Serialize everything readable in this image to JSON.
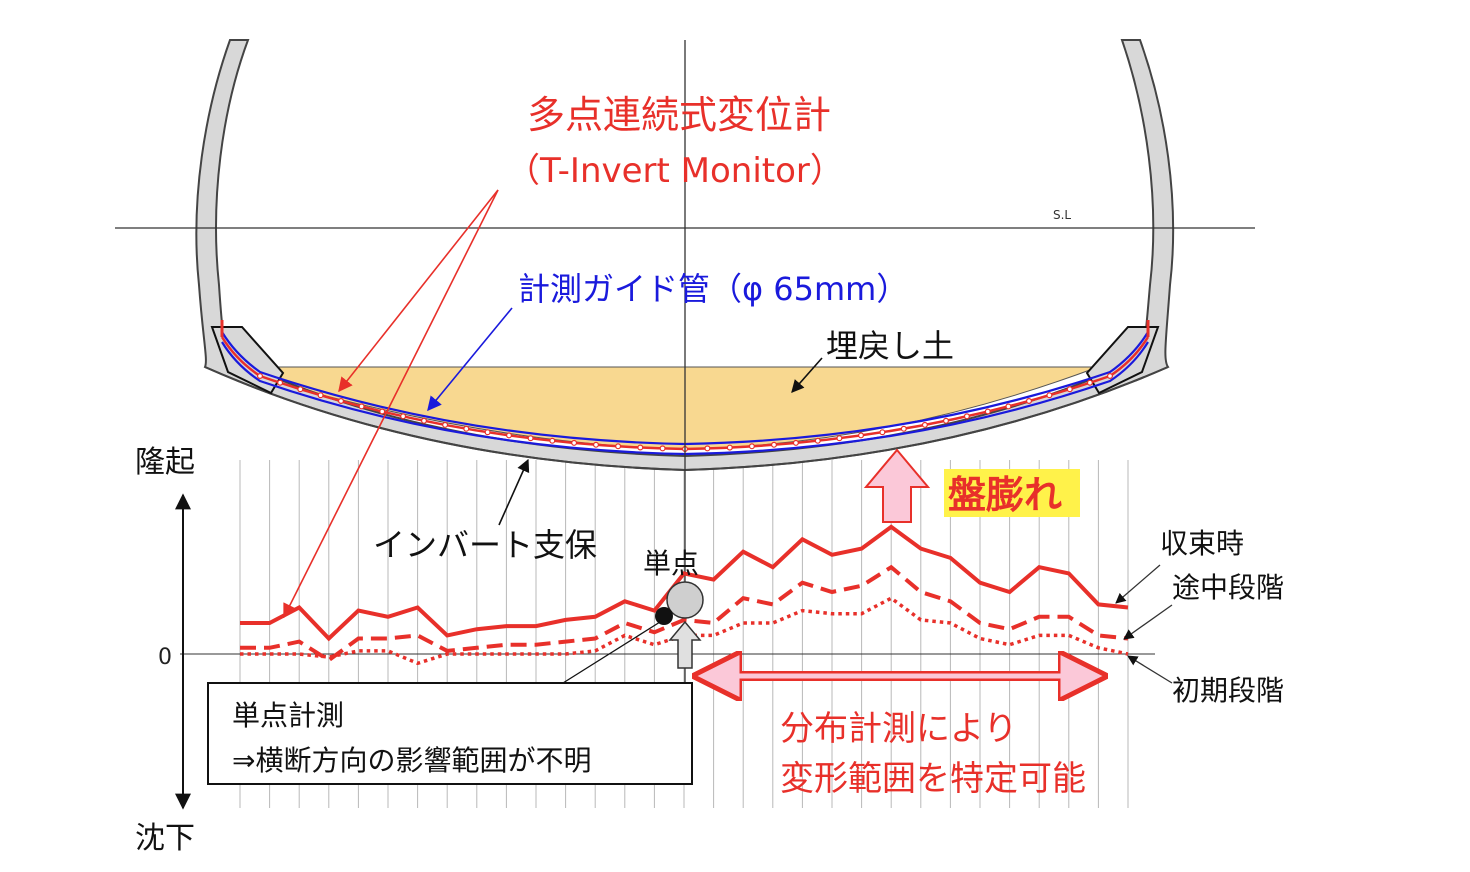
{
  "labels": {
    "title_main": "多点連続式変位計",
    "title_sub": "（T-Invert Monitor）",
    "springline": "S.L",
    "guide_pipe": "計測ガイド管（φ 65mm）",
    "backfill": "埋戻し土",
    "invert_support": "インバート支保",
    "heave": "盤膨れ",
    "single_point": "単点",
    "uplift": "隆起",
    "settlement": "沈下",
    "zero": "0",
    "converged": "収束時",
    "intermediate": "途中段階",
    "initial": "初期段階",
    "box_line1": "単点計測",
    "box_line2": "⇒横断方向の影響範囲が不明",
    "distributed_line1": "分布計測により",
    "distributed_line2": "変形範囲を特定可能"
  },
  "colors": {
    "red": "#e8302a",
    "blue": "#1a1adc",
    "backfill": "#f8d890",
    "lining": "#d8d8d8",
    "heave_highlight": "#fff24a",
    "arrow_pink": "#fbc8d8"
  },
  "series": {
    "converged": [
      10,
      10,
      15,
      5,
      14,
      12,
      15,
      6,
      8,
      9,
      9,
      11,
      12,
      17,
      14,
      26,
      24,
      33,
      28,
      37,
      32,
      34,
      41,
      34,
      31,
      23,
      20,
      28,
      26,
      16,
      15
    ],
    "intermediate": [
      2,
      2,
      4,
      -2,
      5,
      5,
      6,
      1,
      2,
      3,
      3,
      4,
      5,
      10,
      7,
      11,
      10,
      18,
      16,
      23,
      20,
      22,
      28,
      20,
      17,
      10,
      8,
      12,
      12,
      6,
      5
    ],
    "initial": [
      0,
      0,
      0,
      -1,
      1,
      1,
      -3,
      0,
      0,
      0,
      0,
      0,
      1,
      6,
      3,
      6,
      6,
      10,
      10,
      14,
      13,
      13,
      18,
      11,
      10,
      5,
      3,
      6,
      6,
      2,
      0
    ]
  }
}
